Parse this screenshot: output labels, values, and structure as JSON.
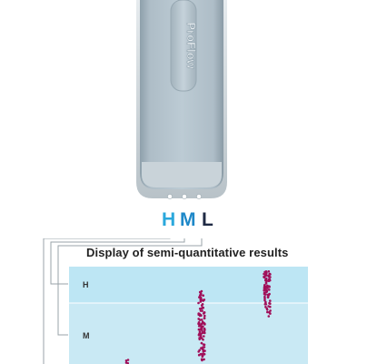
{
  "device": {
    "brand_text": "ProFlow"
  },
  "levels": {
    "H": "H",
    "M": "M",
    "L": "L"
  },
  "colors": {
    "H": "#2aa8dc",
    "M": "#1e88c8",
    "L": "#1f2a44",
    "band_high": "#bde6f4",
    "band_mid": "#c9e9f4",
    "dots": "#a0105a"
  },
  "display": {
    "title": "Display of semi-quantitative results",
    "band_labels": [
      "H",
      "M"
    ]
  }
}
